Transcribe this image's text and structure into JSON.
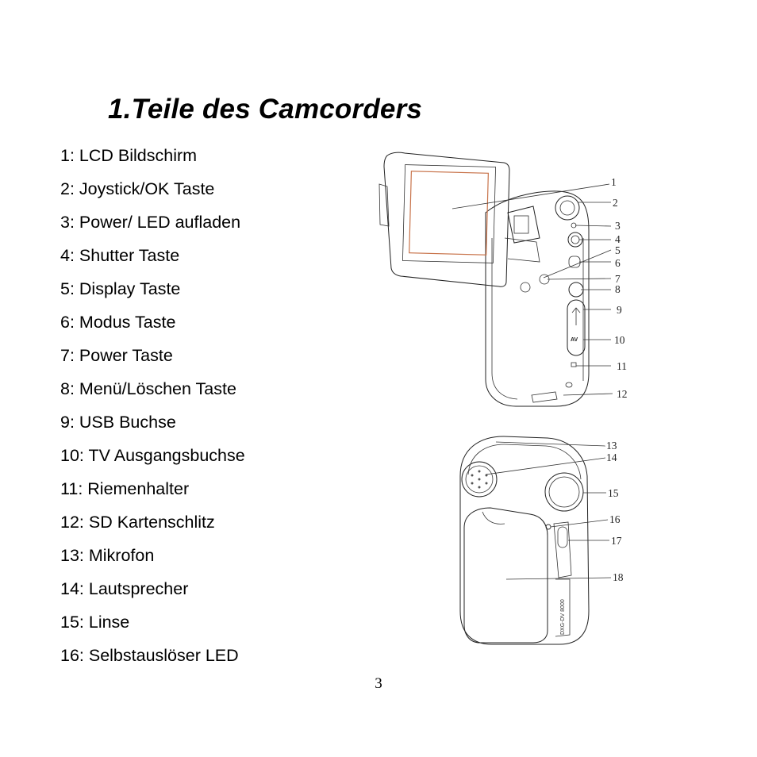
{
  "page": {
    "title": "1.Teile des Camcorders",
    "page_number": "3"
  },
  "parts_list": [
    "1: LCD Bildschirm",
    "2: Joystick/OK Taste",
    "3: Power/ LED aufladen",
    "4: Shutter Taste",
    "5: Display Taste",
    "6: Modus Taste",
    "7: Power Taste",
    "8: Menü/Löschen Taste",
    "9: USB Buchse",
    "10: TV Ausgangsbuchse",
    "11: Riemenhalter",
    "12: SD Kartenschlitz",
    "13: Mikrofon",
    "14: Lautsprecher",
    "15: Linse",
    "16: Selbstauslöser LED"
  ],
  "callouts_top": [
    "1",
    "2",
    "3",
    "4",
    "5",
    "6",
    "7",
    "8",
    "9",
    "10",
    "11",
    "12"
  ],
  "callouts_bottom": [
    "13",
    "14",
    "15",
    "16",
    "17",
    "18"
  ],
  "device_labels": {
    "av": "AV",
    "model": "DXG-DV 8000"
  }
}
